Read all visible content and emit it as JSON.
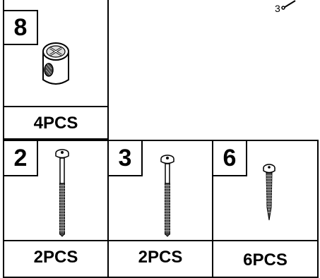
{
  "parts": [
    {
      "id": "part-8",
      "number": "8",
      "quantity": "4PCS",
      "icon": "cam-dowel-icon"
    },
    {
      "id": "part-2",
      "number": "2",
      "quantity": "2PCS",
      "icon": "long-bolt-icon"
    },
    {
      "id": "part-3",
      "number": "3",
      "quantity": "2PCS",
      "icon": "long-bolt-icon"
    },
    {
      "id": "part-6",
      "number": "6",
      "quantity": "6PCS",
      "icon": "wood-screw-icon"
    }
  ],
  "corner_callout": {
    "number": "3",
    "icon": "screw-callout-icon"
  }
}
